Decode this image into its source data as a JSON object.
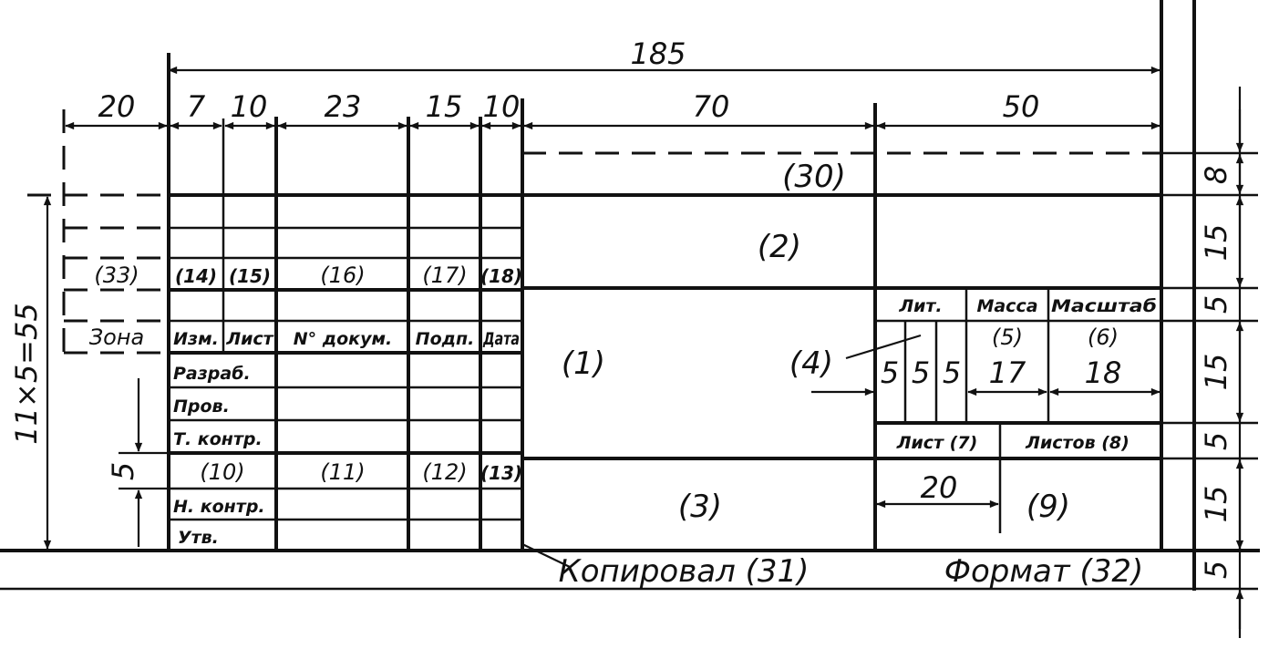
{
  "dimensions": {
    "overall": "185",
    "cols": [
      "20",
      "7",
      "10",
      "23",
      "15",
      "10",
      "70",
      "50"
    ],
    "right": [
      "8",
      "15",
      "5",
      "15",
      "5",
      "15",
      "5"
    ],
    "left_total": "11×5=55",
    "row_height": "5",
    "lit_cols": [
      "5",
      "5",
      "5",
      "17",
      "18"
    ],
    "sheet_col": "20"
  },
  "labels": {
    "zone_num": "(33)",
    "num_14": "(14)",
    "num_15": "(15)",
    "num_16": "(16)",
    "num_17": "(17)",
    "num_18": "(18)",
    "zona": "Зона",
    "izm": "Изм.",
    "list": "Лист",
    "doc": "N° докум.",
    "podp": "Подп.",
    "data": "Дата",
    "razrab": "Разраб.",
    "prov": "Пров.",
    "tkontr": "Т. контр.",
    "num_10": "(10)",
    "num_11": "(11)",
    "num_12": "(12)",
    "num_13": "(13)",
    "nkontr": "Н. контр.",
    "utv": "Утв.",
    "field_1": "(1)",
    "field_2": "(2)",
    "field_3": "(3)",
    "field_4": "(4)",
    "field_30": "(30)",
    "lit": "Лит.",
    "massa": "Масса",
    "masshtab": "Масштаб",
    "num_5": "(5)",
    "num_6": "(6)",
    "list7": "Лист (7)",
    "listov8": "Листов (8)",
    "field_9": "(9)",
    "kopiroval": "Копировал (31)",
    "format": "Формат (32)"
  }
}
